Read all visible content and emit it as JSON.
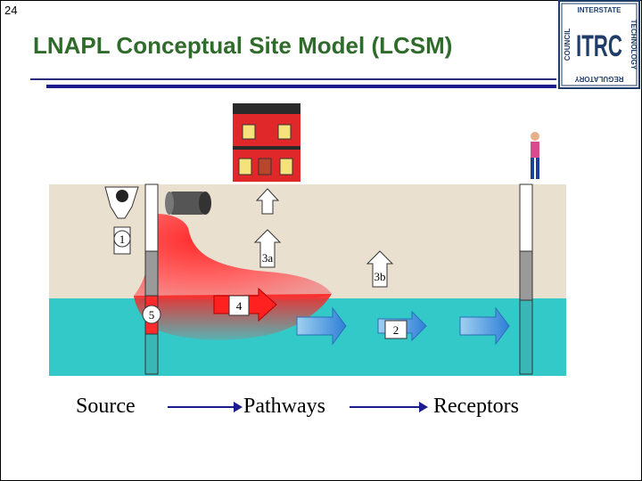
{
  "page": {
    "number": "24"
  },
  "title": "LNAPL Conceptual Site Model (LCSM)",
  "logo": {
    "center_text": "ITRC",
    "top_text": "INTERSTATE",
    "left_text": "COUNCIL",
    "right_text": "TECHNOLOGY",
    "bottom_text": "REGULATORY"
  },
  "diagram": {
    "labels": {
      "arrow1": "1",
      "arrow2": "2",
      "arrow3a": "3a",
      "arrow3b": "3b",
      "arrow4": "4",
      "well5": "5"
    }
  },
  "flow": {
    "source": "Source",
    "pathways": "Pathways",
    "receptors": "Receptors"
  },
  "colors": {
    "title": "#2f6b2a",
    "soil": "#e9e0cf",
    "water": "#33c9c9",
    "plume": "#ff3b3b",
    "dissolved_arrow": "#3d8ee0",
    "rule": "#1c1c8a"
  }
}
